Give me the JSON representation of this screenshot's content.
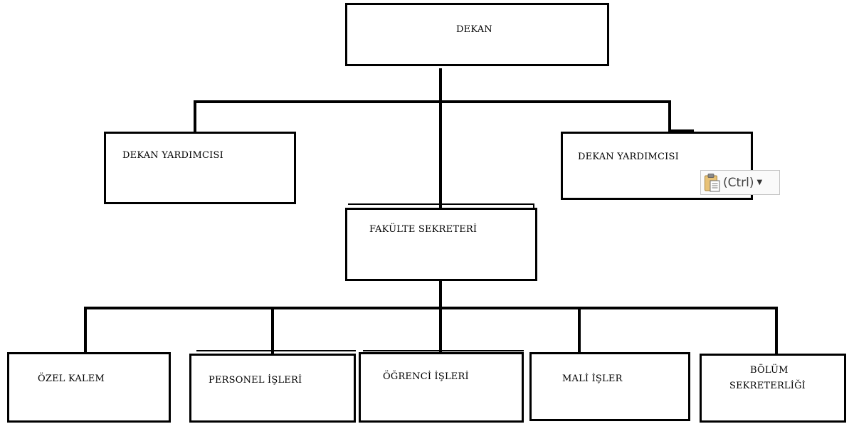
{
  "org_chart": {
    "dean": "DEKAN",
    "vice_dean_left": "DEKAN YARDIMCISI",
    "vice_dean_right": "DEKAN YARDIMCISI",
    "faculty_secretary": "FAKÜLTE SEKRETERİ",
    "units": {
      "private_office": "ÖZEL KALEM",
      "personnel_affairs": "PERSONEL İŞLERİ",
      "student_affairs": "ÖĞRENCİ İŞLERİ",
      "financial_affairs": "MALİ İŞLER",
      "department_secretariat_line1": "BÖLÜM",
      "department_secretariat_line2": "SEKRETERLİĞİ"
    }
  },
  "paste_options": {
    "label": "(Ctrl)",
    "icon": "clipboard-icon",
    "dropdown_icon": "dropdown-caret-icon"
  }
}
